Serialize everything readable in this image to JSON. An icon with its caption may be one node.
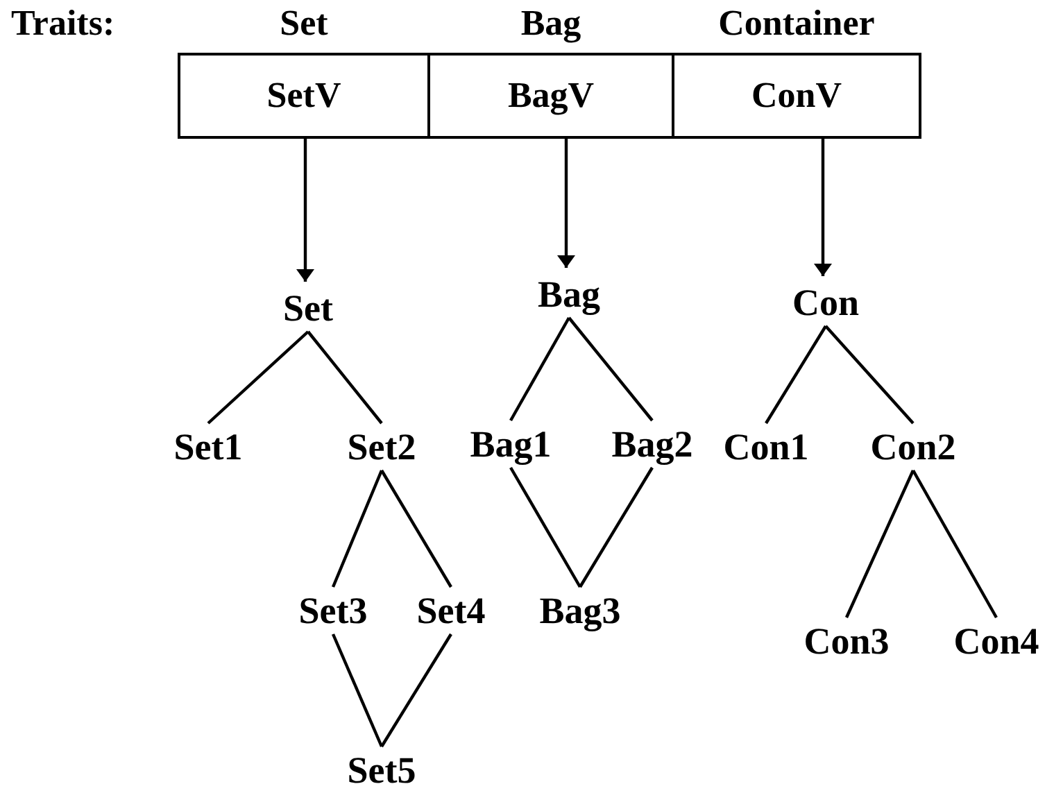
{
  "diagram": {
    "nodes": [
      {
        "text": [
          "Set",
          "SetV"
        ]
      },
      {
        "text": [
          "Bag",
          "BagV"
        ]
      },
      {
        "text": [
          "Container",
          "ConV"
        ]
      },
      {
        "text": [
          "Set"
        ]
      },
      {
        "text": [
          "Set1"
        ]
      },
      {
        "text": [
          "Set2"
        ]
      },
      {
        "text": [
          "Set3"
        ]
      },
      {
        "text": [
          "Set4"
        ]
      },
      {
        "text": [
          "Set5"
        ]
      },
      {
        "text": [
          "Bag"
        ]
      },
      {
        "text": [
          "Bag1"
        ]
      },
      {
        "text": [
          "Bag2"
        ]
      },
      {
        "text": [
          "Bag3"
        ]
      },
      {
        "text": [
          "Con"
        ]
      },
      {
        "text": [
          "Con1"
        ]
      },
      {
        "text": [
          "Con2"
        ]
      },
      {
        "text": [
          "Con3"
        ]
      },
      {
        "text": [
          "Con4"
        ]
      }
    ],
    "edges": [
      {
        "from": 0,
        "to": 3,
        "arrow": "to"
      },
      {
        "from": 1,
        "to": 9,
        "arrow": "to"
      },
      {
        "from": 2,
        "to": 13,
        "arrow": "to"
      },
      {
        "from": 3,
        "to": 4,
        "arrow": "none"
      },
      {
        "from": 3,
        "to": 5,
        "arrow": "none"
      },
      {
        "from": 5,
        "to": 6,
        "arrow": "none"
      },
      {
        "from": 5,
        "to": 7,
        "arrow": "none"
      },
      {
        "from": 6,
        "to": 8,
        "arrow": "none"
      },
      {
        "from": 7,
        "to": 8,
        "arrow": "none"
      },
      {
        "from": 9,
        "to": 10,
        "arrow": "none"
      },
      {
        "from": 9,
        "to": 11,
        "arrow": "none"
      },
      {
        "from": 10,
        "to": 12,
        "arrow": "none"
      },
      {
        "from": 11,
        "to": 12,
        "arrow": "none"
      },
      {
        "from": 13,
        "to": 14,
        "arrow": "none"
      },
      {
        "from": 13,
        "to": 15,
        "arrow": "none"
      },
      {
        "from": 15,
        "to": 16,
        "arrow": "none"
      },
      {
        "from": 15,
        "to": 17,
        "arrow": "none"
      }
    ],
    "labels": [
      "Traits:"
    ]
  }
}
